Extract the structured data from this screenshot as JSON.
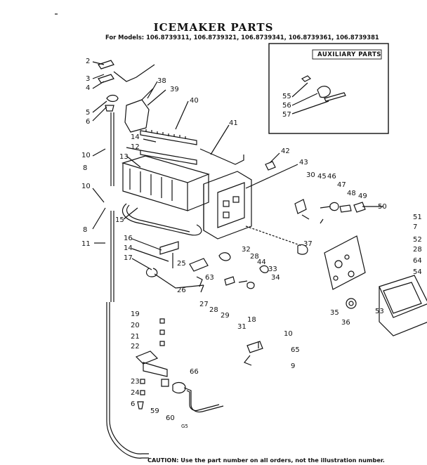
{
  "title": "ICEMAKER PARTS",
  "models_line": "For Models: 106.8739311, 106.8739321, 106.8739341, 106.8739361, 106.8739381",
  "auxiliary_label": "AUXILIARY PARTS",
  "caution": "CAUTION: Use the part number on all orders, not the illustration number.",
  "drawing_code": "G5",
  "callouts": [
    "2",
    "3",
    "4",
    "5",
    "6",
    "10",
    "8",
    "10",
    "8",
    "11",
    "38",
    "39",
    "40",
    "41",
    "42",
    "14",
    "12",
    "13",
    "15",
    "16",
    "14",
    "17",
    "25",
    "63",
    "26",
    "27",
    "28",
    "29",
    "18",
    "31",
    "32",
    "28",
    "44",
    "33",
    "34",
    "43",
    "30",
    "45",
    "46",
    "47",
    "48",
    "49",
    "50",
    "37",
    "55",
    "56",
    "57",
    "51",
    "7",
    "52",
    "28",
    "64",
    "54",
    "53",
    "35",
    "36",
    "10",
    "65",
    "9",
    "19",
    "20",
    "21",
    "22",
    "23",
    "24",
    "6",
    "59",
    "60",
    "66"
  ]
}
